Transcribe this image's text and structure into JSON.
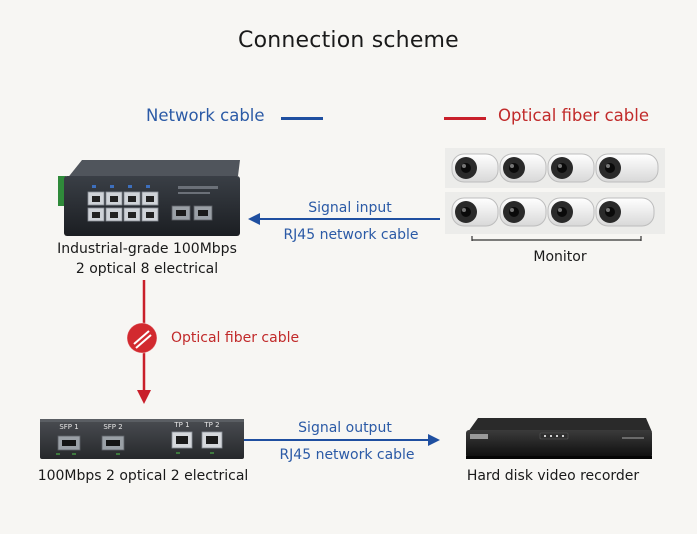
{
  "title": "Connection scheme",
  "legend": {
    "network_cable": "Network cable",
    "optical_fiber_cable": "Optical fiber cable",
    "network_color": "#1f4fa0",
    "fiber_color": "#c91f2a"
  },
  "switch": {
    "label_line1": "Industrial-grade 100Mbps",
    "label_line2": "2 optical 8 electrical"
  },
  "monitor": {
    "label": "Monitor"
  },
  "signal_input": {
    "label": "Signal input",
    "cable": "RJ45 network cable"
  },
  "fiber_link": {
    "label": "Optical fiber cable"
  },
  "media_converter": {
    "label": "100Mbps 2 optical 2 electrical",
    "port_labels": [
      "SFP 1",
      "SFP 2",
      "TP 1",
      "TP 2"
    ]
  },
  "signal_output": {
    "label": "Signal output",
    "cable": "RJ45 network cable"
  },
  "dvr": {
    "label": "Hard disk video recorder"
  }
}
